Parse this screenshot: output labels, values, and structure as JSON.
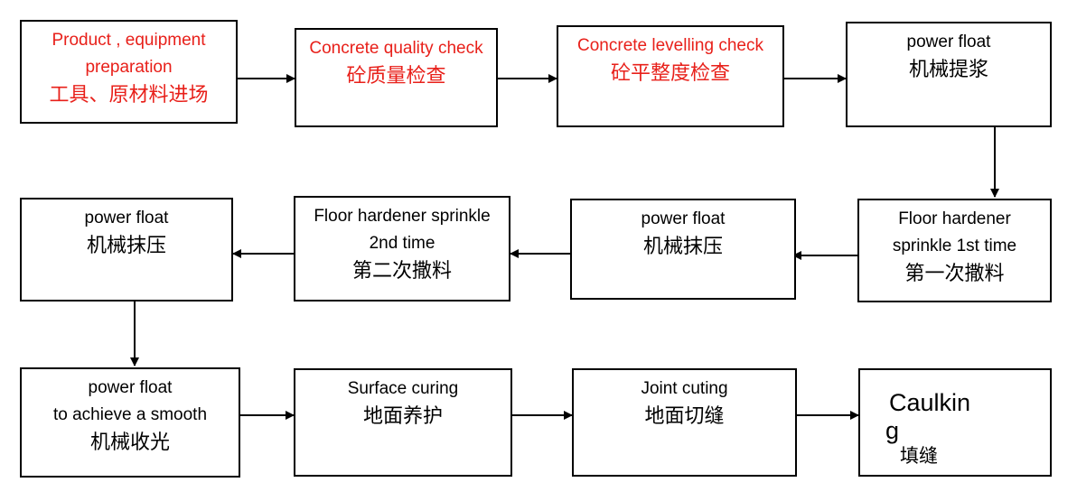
{
  "steps": [
    {
      "line1": "Product , equipment",
      "line2": "preparation",
      "line3": "工具、原材料进场"
    },
    {
      "line1": "Concrete quality check",
      "line2": "砼质量检查"
    },
    {
      "line1": "Concrete levelling check",
      "line2": "砼平整度检查"
    },
    {
      "line1": "power float",
      "line2": "机械提浆"
    },
    {
      "line1": "Floor hardener",
      "line2": "sprinkle 1st time",
      "line3": "第一次撒料"
    },
    {
      "line1": "power float",
      "line2": "机械抹压"
    },
    {
      "line1": "Floor hardener sprinkle",
      "line2": "2nd time",
      "line3": "第二次撒料"
    },
    {
      "line1": "power float",
      "line2": "机械抹压"
    },
    {
      "line1": "power float",
      "line2": "to achieve a smooth",
      "line3": "机械收光"
    },
    {
      "line1": "Surface curing",
      "line2": "地面养护"
    },
    {
      "line1": "Joint cuting",
      "line2": "地面切缝"
    },
    {
      "line1": "Caulkin",
      "line2": "g",
      "line3": "填缝"
    }
  ],
  "colors": {
    "highlight": "#e8201a",
    "border": "#000000"
  }
}
